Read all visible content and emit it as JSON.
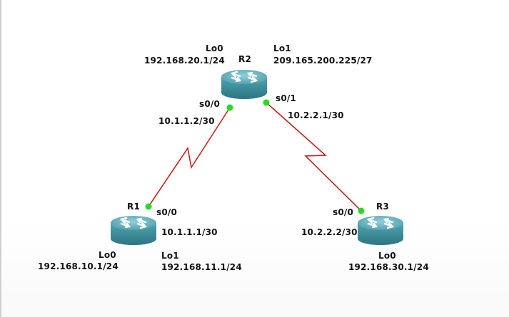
{
  "routers": {
    "r1": {
      "name": "R1",
      "s0_0": {
        "label": "s0/0",
        "ip": "10.1.1.1/30"
      },
      "lo0": {
        "label": "Lo0",
        "ip": "192.168.10.1/24"
      },
      "lo1": {
        "label": "Lo1",
        "ip": "192.168.11.1/24"
      }
    },
    "r2": {
      "name": "R2",
      "s0_0": {
        "label": "s0/0",
        "ip": "10.1.1.2/30"
      },
      "s0_1": {
        "label": "s0/1",
        "ip": "10.2.2.1/30"
      },
      "lo0": {
        "label": "Lo0",
        "ip": "192.168.20.1/24"
      },
      "lo1": {
        "label": "Lo1",
        "ip": "209.165.200.225/27"
      }
    },
    "r3": {
      "name": "R3",
      "s0_0": {
        "label": "s0/0",
        "ip": "10.2.2.2/30"
      },
      "lo0": {
        "label": "Lo0",
        "ip": "192.168.30.1/24"
      }
    }
  },
  "links": [
    {
      "from": "R1",
      "to": "R2",
      "type": "serial"
    },
    {
      "from": "R2",
      "to": "R3",
      "type": "serial"
    }
  ],
  "colors": {
    "serial_link": "#cc1f1f",
    "port_up": "#22dd22",
    "router_body": "#3a8e9c",
    "router_top": "#6bb9c6"
  }
}
